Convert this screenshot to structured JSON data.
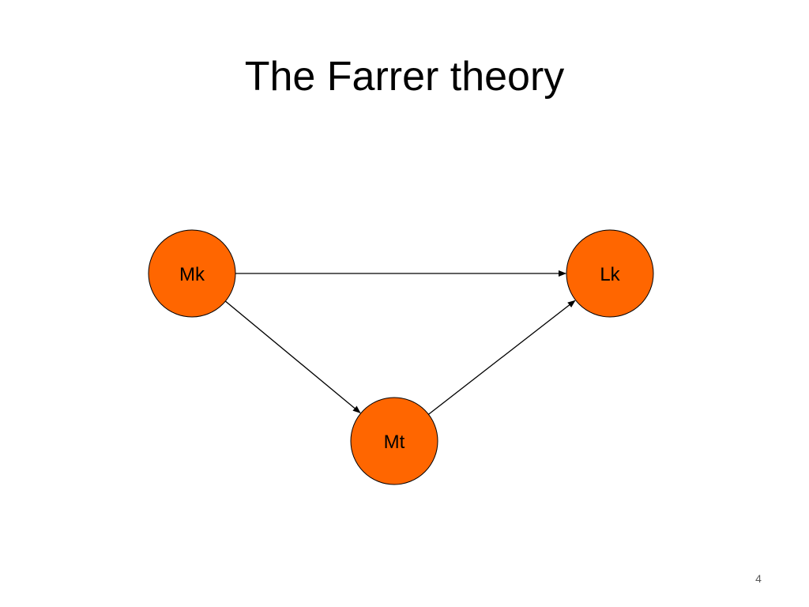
{
  "slide": {
    "title": "The Farrer theory",
    "page_number": "4"
  },
  "colors": {
    "node_fill": "#FF6600",
    "node_stroke": "#000000",
    "edge": "#000000"
  },
  "diagram": {
    "nodes": [
      {
        "id": "mk",
        "label": "Mk"
      },
      {
        "id": "lk",
        "label": "Lk"
      },
      {
        "id": "mt",
        "label": "Mt"
      }
    ],
    "edges": [
      {
        "from": "mk",
        "to": "lk"
      },
      {
        "from": "mk",
        "to": "mt"
      },
      {
        "from": "mt",
        "to": "lk"
      }
    ]
  }
}
